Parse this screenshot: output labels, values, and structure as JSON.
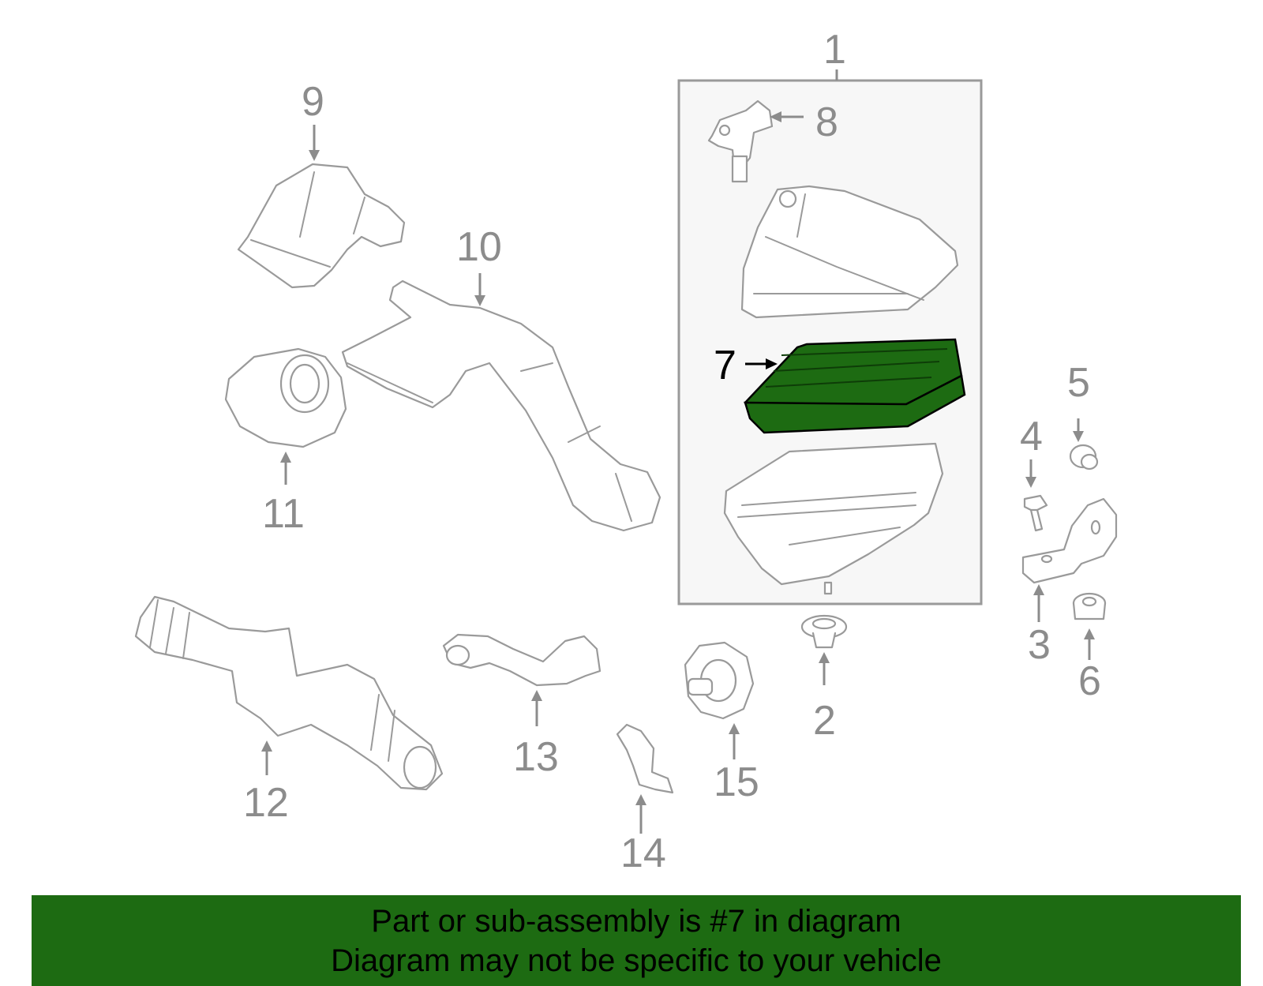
{
  "callouts": {
    "c1": "1",
    "c2": "2",
    "c3": "3",
    "c4": "4",
    "c5": "5",
    "c6": "6",
    "c7": "7",
    "c8": "8",
    "c9": "9",
    "c10": "10",
    "c11": "11",
    "c12": "12",
    "c13": "13",
    "c14": "14",
    "c15": "15"
  },
  "highlight": {
    "part_number": "7",
    "color": "#1d6b12",
    "stroke_color": "#000000"
  },
  "colors": {
    "line": "#9a9a9a",
    "callout_text": "#8c8c8c",
    "assembly_box_fill": "#f7f7f7",
    "banner_bg": "#1d6b12"
  },
  "banner": {
    "line1": "Part or sub-assembly is #7 in diagram",
    "line2": "Diagram may not be specific to your vehicle"
  }
}
